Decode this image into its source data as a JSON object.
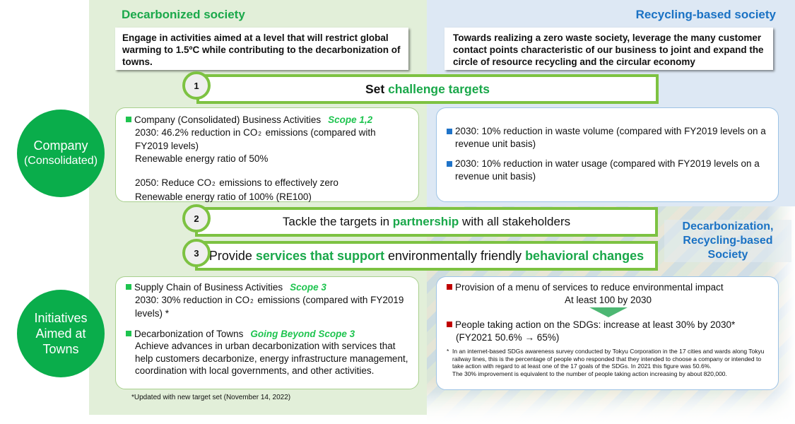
{
  "sections": {
    "left_title": "Decarbonized society",
    "left_description": "Engage in activities aimed at a level that will restrict global warming to 1.5ºC while contributing to the decarbonization of towns.",
    "right_title": "Recycling-based society",
    "right_description": "Towards realizing a zero waste society, leverage the many customer contact points characteristic of our business to joint and expand the circle of resource recycling and the circular economy"
  },
  "steps": [
    {
      "number": "1",
      "parts": [
        {
          "text": "Set ",
          "highlight": false
        },
        {
          "text": "challenge targets",
          "highlight": true
        }
      ]
    },
    {
      "number": "2",
      "parts": [
        {
          "text": "Tackle the targets in ",
          "highlight": false
        },
        {
          "text": "partnership",
          "highlight": true
        },
        {
          "text": " with all stakeholders",
          "highlight": false
        }
      ]
    },
    {
      "number": "3",
      "parts": [
        {
          "text": "Provide ",
          "highlight": false
        },
        {
          "text": "services that support",
          "highlight": true
        },
        {
          "text": " environmentally friendly ",
          "highlight": false
        },
        {
          "text": "behavioral changes",
          "highlight": true
        }
      ]
    }
  ],
  "categories": {
    "company": {
      "line1": "Company",
      "line2": "(Consolidated)"
    },
    "towns": {
      "line1": "Initiatives",
      "line2": "Aimed at",
      "line3": "Towns"
    }
  },
  "company_decarbon": {
    "heading": "Company (Consolidated) Business Activities",
    "scope": "Scope 1,2",
    "line1a": "2030: 46.2% reduction in CO",
    "line1sub": "2",
    "line1b": " emissions (compared with",
    "line2": "FY2019 levels)",
    "line3": "Renewable energy ratio of 50%",
    "line4a": "2050: Reduce CO",
    "line4sub": "2",
    "line4b": " emissions to effectively zero",
    "line5": "Renewable energy ratio of 100% (RE100)"
  },
  "company_recycling": {
    "item1": "2030: 10% reduction in waste volume (compared with FY2019 levels on a revenue unit basis)",
    "item2": "2030: 10% reduction in water usage (compared with FY2019 levels on a revenue unit basis)"
  },
  "towns_decarbon": {
    "heading1": "Supply Chain of Business Activities",
    "scope1": "Scope 3",
    "line1a": "2030: 30% reduction in CO",
    "line1sub": "2",
    "line1b": " emissions (compared with FY2019 levels) *",
    "heading2": "Decarbonization of Towns",
    "scope2": "Going Beyond Scope 3",
    "body2": "Achieve advances in urban decarbonization with services that help customers decarbonize, energy infrastructure management, coordination with local governments, and other activities."
  },
  "towns_recycling": {
    "item1": "Provision of a menu of services to reduce environmental impact",
    "item1_target": "At least 100 by 2030",
    "item2": "People taking action on the SDGs: increase at least 30% by 2030*",
    "item2_detail": "(FY2021 50.6% → 65%)",
    "footnote_star": "*",
    "footnote_text": "In an internet-based SDGs awareness survey conducted by Tokyu Corporation in the 17 cities and wards along Tokyu railway lines, this is the percentage of people who responded that they intended to choose a company or intended to take action with regard to at least one of the 17 goals of the SDGs. In 2021 this figure was 50.6%.",
    "footnote_text2": "The 30% improvement is equivalent to the number of people taking action increasing by about 820,000."
  },
  "society_label": {
    "line1": "Decarbonization,",
    "line2": "Recycling-based",
    "line3": "Society"
  },
  "footnote": "*Updated with new target set (November 14, 2022)",
  "colors": {
    "green_accent": "#1aa84a",
    "blue_accent": "#1a72c4",
    "circle_green": "#0aad4b",
    "step_border": "#7dc242",
    "bg_left": "#e2efd9",
    "bg_right": "#dde8f4",
    "bullet_red": "#c00000"
  }
}
